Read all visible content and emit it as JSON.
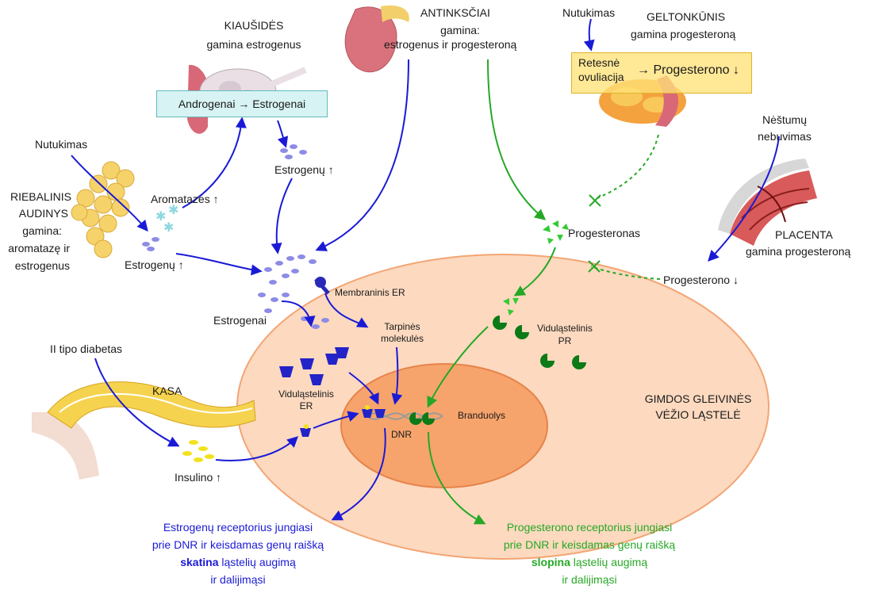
{
  "labels": {
    "kiausides_title": "KIAUŠIDĖS",
    "kiausides_sub": "gamina estrogenus",
    "androgenai": "Androgenai → Estrogenai",
    "estrogenu_up_top": "Estrogenų ↑",
    "antinksciai_title": "ANTINKSČIAI",
    "antinksciai_line2": "gamina:",
    "antinksciai_line3": "estrogenus ir progesteroną",
    "nutukimas_top": "Nutukimas",
    "geltonkunis_title": "GELTONKŪNIS",
    "geltonkunis_sub": "gamina progesteroną",
    "retesne_line1": "Retesnė",
    "retesne_line2": "ovuliacija",
    "progesterono_down_box": "→ Progesterono ↓",
    "nestumu_line1": "Nėštumų",
    "nestumu_line2": "nebuvimas",
    "nutukimas_left": "Nutukimas",
    "riebalinis_line1": "RIEBALINIS",
    "riebalinis_line2": "AUDINYS",
    "riebalinis_line3": "gamina:",
    "riebalinis_line4": "aromatazę ir",
    "riebalinis_line5": "estrogenus",
    "aromatazes": "Aromatazės ↑",
    "estrogenu_up_left": "Estrogenų ↑",
    "progesteronas": "Progesteronas",
    "placenta_title": "PLACENTA",
    "placenta_sub": "gamina progesteroną",
    "progesterono_down": "Progesterono ↓",
    "membraninis_er": "Membraninis ER",
    "estrogenai": "Estrogenai",
    "tarpines_line1": "Tarpinės",
    "tarpines_line2": "molekulės",
    "vidulastelinis_pr_1": "Viduląstelinis",
    "vidulastelinis_pr_2": "PR",
    "ii_tipo": "II tipo diabetas",
    "kasa": "KASA",
    "vidulastelinis_er_1": "Viduląstelinis",
    "vidulastelinis_er_2": "ER",
    "branduolys": "Branduolys",
    "dnr": "DNR",
    "gimdos_line1": "GIMDOS GLEIVINĖS",
    "gimdos_line2": "VĖŽIO LĄSTELĖ",
    "insulino": "Insulino ↑",
    "estro_conc_1": "Estrogenų receptorius jungiasi",
    "estro_conc_2": "prie DNR ir keisdamas genų raišką",
    "estro_conc_3_bold": "skatina",
    "estro_conc_3_rest": " ląstelių augimą",
    "estro_conc_4": "ir dalijimąsi",
    "prog_conc_1": "Progesterono receptorius jungiasi",
    "prog_conc_2": "prie DNR ir keisdamas genų raišką",
    "prog_conc_3_bold": "slopina",
    "prog_conc_3_rest": " ląstelių augimą",
    "prog_conc_4": "ir dalijimąsi"
  },
  "colors": {
    "estrogen_path": "#1a1ad6",
    "progesterone_path": "#26a826",
    "cell": "#fcd9bf",
    "nucleus": "#f7a46c",
    "fat": "#f6d36a",
    "pancreas": "#f5d34e",
    "insulin": "#f2e21d"
  }
}
